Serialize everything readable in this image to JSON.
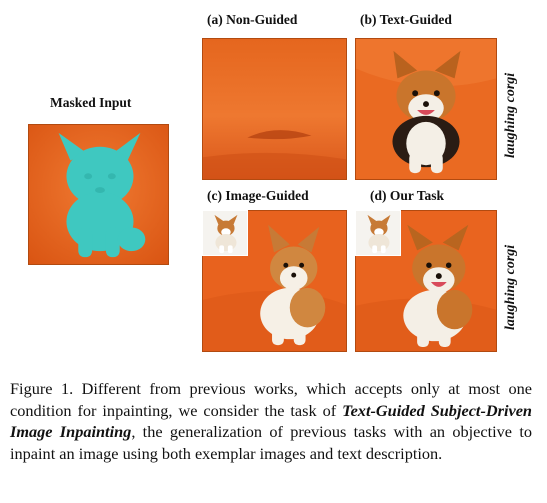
{
  "figure": {
    "masked_label": "Masked Input",
    "panels": {
      "a": "(a) Non-Guided",
      "b": "(b) Text-Guided",
      "c": "(c) Image-Guided",
      "d": "(d) Our Task"
    },
    "side_text_top": "laughing corgi",
    "side_text_bottom": "laughing corgi"
  },
  "caption": {
    "prefix": "Figure 1.",
    "part1": " Different from previous works, which accepts only at most one condition for inpainting, we consider the task of ",
    "emphasis": "Text-Guided Subject-Driven Image Inpainting",
    "part2": ", the generalization of previous tasks with an objective to inpaint an image using both exemplar images and text description."
  },
  "colors": {
    "background_orange": "#e8611c",
    "mask_cyan": "#3fc8c0",
    "corgi_tan": "#c9752c",
    "corgi_white": "#f4efe6"
  }
}
